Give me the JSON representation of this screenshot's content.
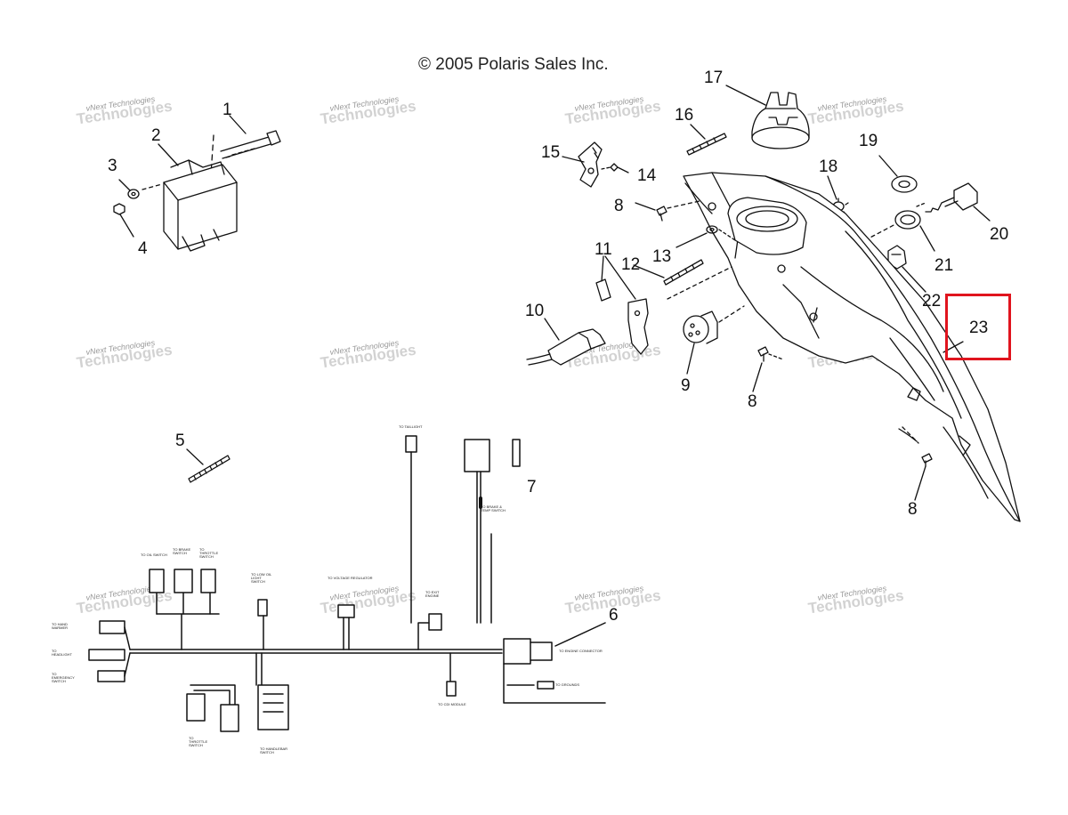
{
  "copyright": "© 2005 Polaris Sales Inc.",
  "highlight_color": "#e0141e",
  "highlighted_callout": "23",
  "watermark": {
    "line1": "vNext Technologies",
    "line2": "Technologies"
  },
  "callouts": [
    "1",
    "2",
    "3",
    "4",
    "5",
    "6",
    "7",
    "8",
    "9",
    "10",
    "11",
    "12",
    "13",
    "14",
    "15",
    "16",
    "17",
    "18",
    "19",
    "20",
    "21",
    "22",
    "23"
  ],
  "harness_labels": {
    "tail_light": "TO TAILLIGHT",
    "brake_switch": "TO BRAKE & TEMP SWITCH",
    "fill_switch": "TO OIL SWITCH",
    "brake": "TO BRAKE SWITCH",
    "throttle": "TO THROTTLE SWITCH",
    "low_oil": "TO LOW OIL LIGHT SWITCH",
    "voltage_regulator": "TO VOLTAGE REGULATOR",
    "exit_engine": "TO EXIT ENGINE",
    "engine_connector": "TO ENGINE CONNECTOR",
    "grounds": "TO GROUNDS",
    "cdi_module": "TO CDI MODULE",
    "hand_warmer": "TO HAND WARMER",
    "headlight": "TO HEADLIGHT",
    "emergency": "TO EMERGENCY SWITCH",
    "throttle_switch": "TO THROTTLE SWITCH",
    "handlebar_switch": "TO HANDLEBAR SWITCH"
  }
}
